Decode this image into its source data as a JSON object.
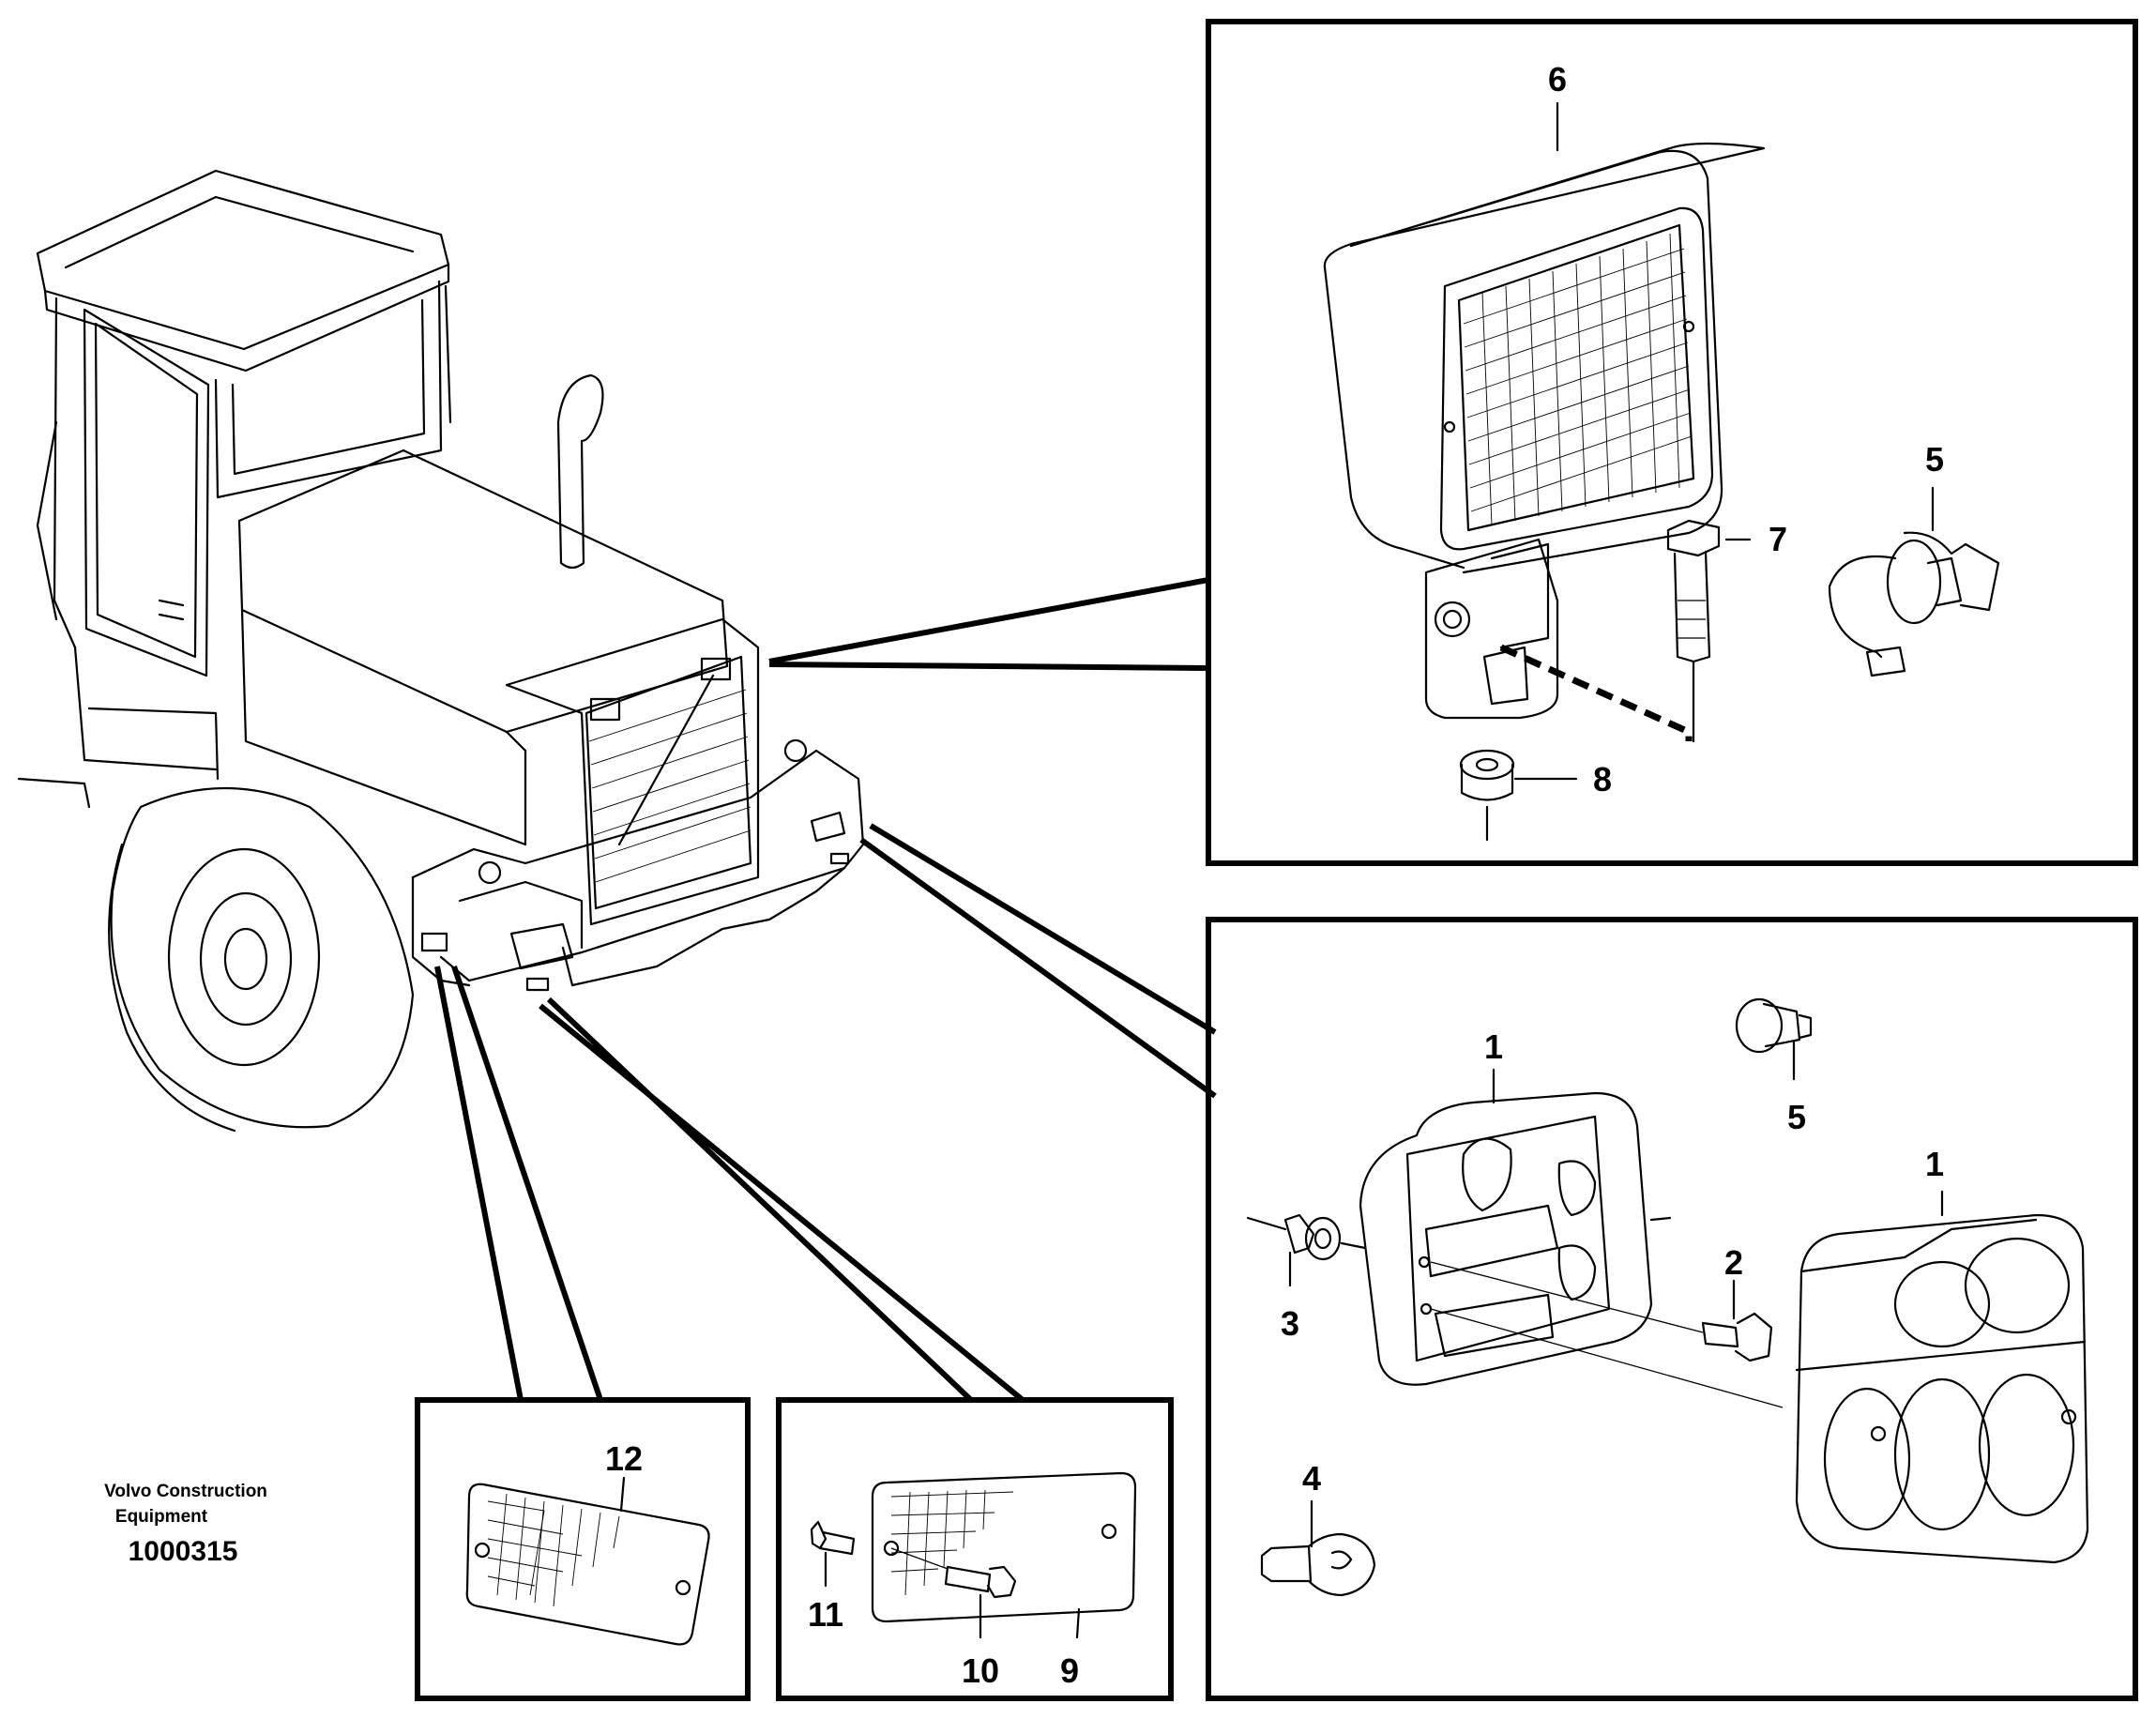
{
  "caption": {
    "company_line1": "Volvo Construction",
    "company_line2": "Equipment",
    "document_number": "1000315"
  },
  "callouts": {
    "work_light": "6",
    "bolt_top": "7",
    "nut": "8",
    "bulb_holder": "5",
    "lamp_housing": "1",
    "bulb_small": "5",
    "lamp_lens": "1",
    "screw_left": "3",
    "screw_right": "2",
    "bulb_large": "4",
    "reflector_side": "12",
    "rivet": "11",
    "screw_reflector": "10",
    "reflector_front": "9"
  }
}
